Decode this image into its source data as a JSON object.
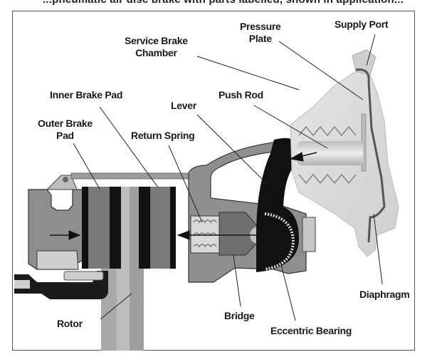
{
  "caption_cutoff": "...pneumatic air disc brake with parts labelled, shown in application...",
  "diagram": {
    "title": "Air Disc Brake Cross-Section",
    "labels": {
      "pressure_plate": [
        "Pressure",
        "Plate"
      ],
      "supply_port": "Supply Port",
      "service_brake_chamber": [
        "Service Brake",
        "Chamber"
      ],
      "inner_brake_pad": "Inner Brake Pad",
      "push_rod": "Push Rod",
      "lever": "Lever",
      "outer_brake_pad": [
        "Outer Brake",
        "Pad"
      ],
      "return_spring": "Return Spring",
      "diaphragm": "Diaphragm",
      "rotor": "Rotor",
      "bridge": "Bridge",
      "eccentric_bearing": "Eccentric Bearing"
    },
    "colors": {
      "label_text": "#1a1a1a",
      "leader_line": "#222222",
      "frame": "#555555",
      "caliper_dark": "#888888",
      "pad_friction": "#777777",
      "backing_plate": "#111111",
      "rotor": "#a8a8a8",
      "chamber": "#d6d6d6",
      "lever": "#111111"
    }
  }
}
